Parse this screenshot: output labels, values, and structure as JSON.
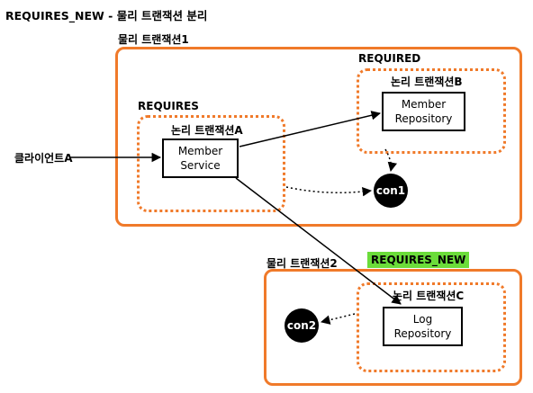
{
  "title": "REQUIRES_NEW - 물리 트랜잭션 분리",
  "client": "클라이언트A",
  "physical_tx_1": {
    "label": "물리 트랜잭션1"
  },
  "physical_tx_2": {
    "label": "물리 트랜잭션2",
    "propagation": "REQUIRES_NEW"
  },
  "logical_tx_a": {
    "propagation": "REQUIRES",
    "label": "논리 트랜잭션A",
    "component": [
      "Member",
      "Service"
    ]
  },
  "logical_tx_b": {
    "propagation": "REQUIRED",
    "label": "논리 트랜잭션B",
    "component": [
      "Member",
      "Repository"
    ]
  },
  "logical_tx_c": {
    "label": "논리 트랜잭션C",
    "component": [
      "Log",
      "Repository"
    ]
  },
  "connections": {
    "con1": "con1",
    "con2": "con2"
  },
  "colors": {
    "physical_border": "#f07a2a",
    "logical_border": "#f07a2a",
    "requires_new_badge": "#6bdc3a"
  }
}
